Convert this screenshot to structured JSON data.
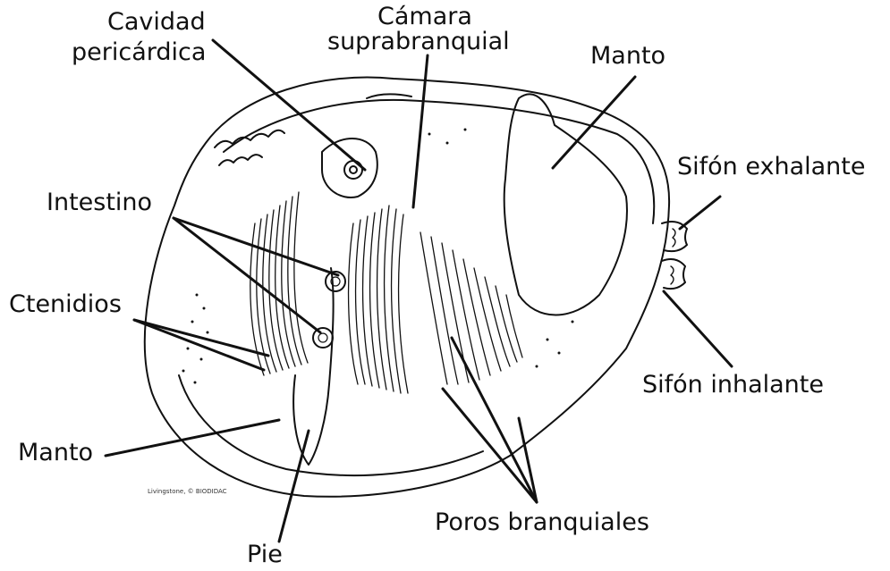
{
  "labels": {
    "cavidad_line1": "Cavidad",
    "cavidad_line2": "pericárdica",
    "camara_line1": "Cámara",
    "camara_line2": "suprabranquial",
    "manto_top": "Manto",
    "sifon_exhalante": "Sifón exhalante",
    "intestino": "Intestino",
    "ctenidios": "Ctenidios",
    "sifon_inhalante": "Sifón inhalante",
    "manto_bottom": "Manto",
    "poros_branquiales": "Poros branquiales",
    "pie": "Pie"
  },
  "credit": "Livingstone, © BIODIDAC",
  "colors": {
    "ink": "#111111",
    "background": "#ffffff"
  }
}
